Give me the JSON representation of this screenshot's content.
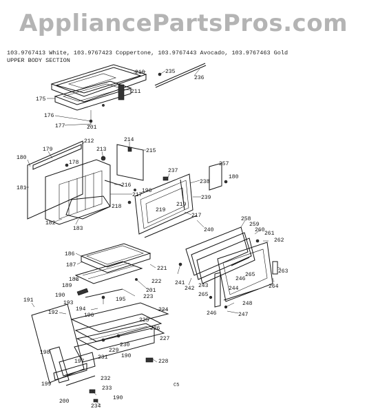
{
  "watermark": "AppliancePartsPros.com",
  "header": {
    "models": "103.9767413 White, 103.9767423 Coppertone, 103.9767443 Avocado, 103.9767463 Gold",
    "section": "UPPER BODY SECTION"
  },
  "footer_code": "C5",
  "labels": {
    "l210": "210",
    "l211": "211",
    "l175": "175",
    "l176": "176",
    "l177": "177",
    "l201a": "201",
    "l235": "235",
    "l236": "236",
    "l180a": "180",
    "l179": "179",
    "l212": "212",
    "l213": "213",
    "l214": "214",
    "l215": "215",
    "l178": "178",
    "l181": "181",
    "l216": "216",
    "l217a": "217",
    "l218": "218",
    "l182": "182",
    "l183": "183",
    "l196a": "196",
    "l237": "237",
    "l238": "238",
    "l257": "257",
    "l180b": "180",
    "l239": "239",
    "l219a": "219",
    "l219b": "219",
    "l217b": "217",
    "l240": "240",
    "l258": "258",
    "l259": "259",
    "l260": "260",
    "l261": "261",
    "l262": "262",
    "l263": "263",
    "l264": "264",
    "l241": "241",
    "l242": "242",
    "l243": "243",
    "l265a": "265",
    "l246a": "246",
    "l265b": "265",
    "l244": "244",
    "l246b": "246",
    "l248": "248",
    "l247": "247",
    "l186": "186",
    "l187": "187",
    "l221": "221",
    "l188": "188",
    "l222": "222",
    "l189": "189",
    "l201b": "201",
    "l190a": "190",
    "l223": "223",
    "l193": "193",
    "l195": "195",
    "l194": "194",
    "l196b": "196",
    "l224": "224",
    "l191": "191",
    "l192": "192",
    "l225": "225",
    "l226": "226",
    "l227": "227",
    "l230": "230",
    "l229": "229",
    "l198": "198",
    "l231": "231",
    "l190b": "190",
    "l197": "197",
    "l228": "228",
    "l199": "199",
    "l232": "232",
    "l233": "233",
    "l200": "200",
    "l190c": "190",
    "l234": "234"
  }
}
